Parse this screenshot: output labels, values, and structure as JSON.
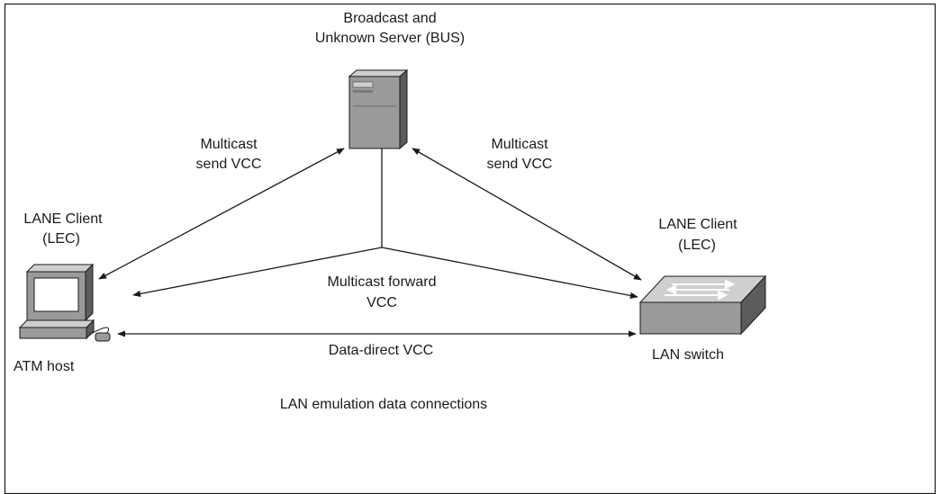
{
  "bus": {
    "label_line1": "Broadcast and",
    "label_line2": "Unknown Server (BUS)"
  },
  "links": {
    "left_send_line1": "Multicast",
    "left_send_line2": "send VCC",
    "right_send_line1": "Multicast",
    "right_send_line2": "send VCC",
    "forward_line1": "Multicast forward",
    "forward_line2": "VCC",
    "data_direct": "Data-direct VCC"
  },
  "left_client": {
    "label_line1": "LANE Client",
    "label_line2": "(LEC)",
    "device_label": "ATM host"
  },
  "right_client": {
    "label_line1": "LANE Client",
    "label_line2": "(LEC)",
    "device_label": "LAN switch"
  },
  "caption": "LAN emulation data connections",
  "colors": {
    "line": "#1a1a1a",
    "device_body": "#9a9a9a",
    "device_dark": "#5c5c5c",
    "device_light": "#cfcfcf"
  }
}
